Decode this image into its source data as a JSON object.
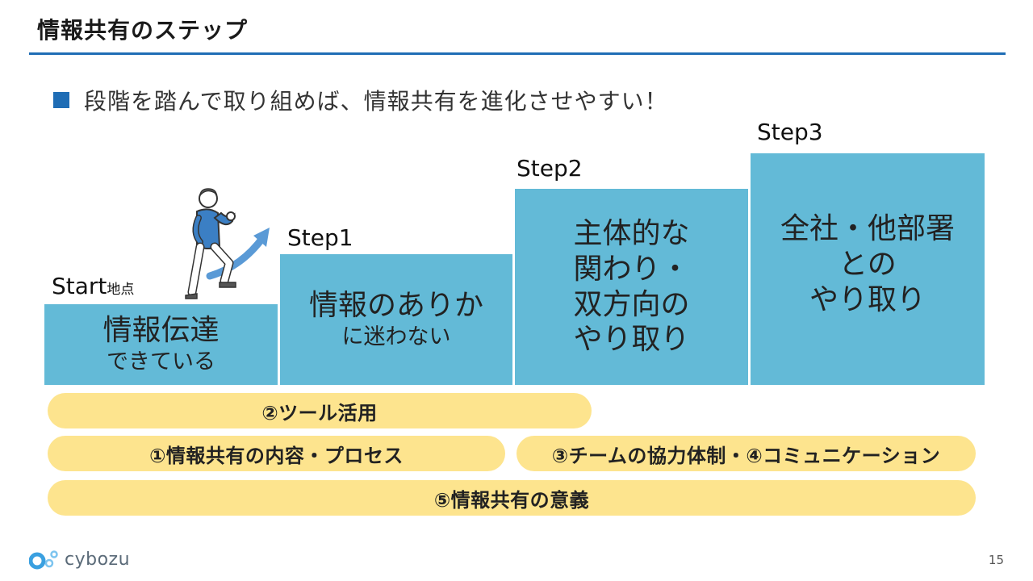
{
  "slide": {
    "title": "情報共有のステップ",
    "bullet": "段階を踏んで取り組めば、情報共有を進化させやすい！",
    "page_number": "15"
  },
  "steps": [
    {
      "label": "Start",
      "label_suffix": "地点",
      "lines_big": [
        "情報伝達"
      ],
      "lines_sub": [
        "できている"
      ]
    },
    {
      "label": "Step1",
      "label_suffix": "",
      "lines_big": [
        "情報のありか"
      ],
      "lines_sub": [
        "に迷わない"
      ]
    },
    {
      "label": "Step2",
      "label_suffix": "",
      "lines_big": [
        "主体的な",
        "関わり・",
        "双方向の",
        "やり取り"
      ],
      "lines_sub": []
    },
    {
      "label": "Step3",
      "label_suffix": "",
      "lines_big": [
        "全社・他部署",
        "との",
        "やり取り"
      ],
      "lines_sub": []
    }
  ],
  "foundations": {
    "tool": "②ツール活用",
    "content": "①情報共有の内容・プロセス",
    "team": "③チームの協力体制・④コミュニケーション",
    "meaning": "⑤情報共有の意義"
  },
  "logo": {
    "text": "cybozu"
  },
  "colors": {
    "accent": "#1f6db5",
    "step_block": "#63bad7",
    "pill": "#fde48e",
    "figure_shirt": "#3b7fc4",
    "arrow": "#5a9ad6"
  }
}
